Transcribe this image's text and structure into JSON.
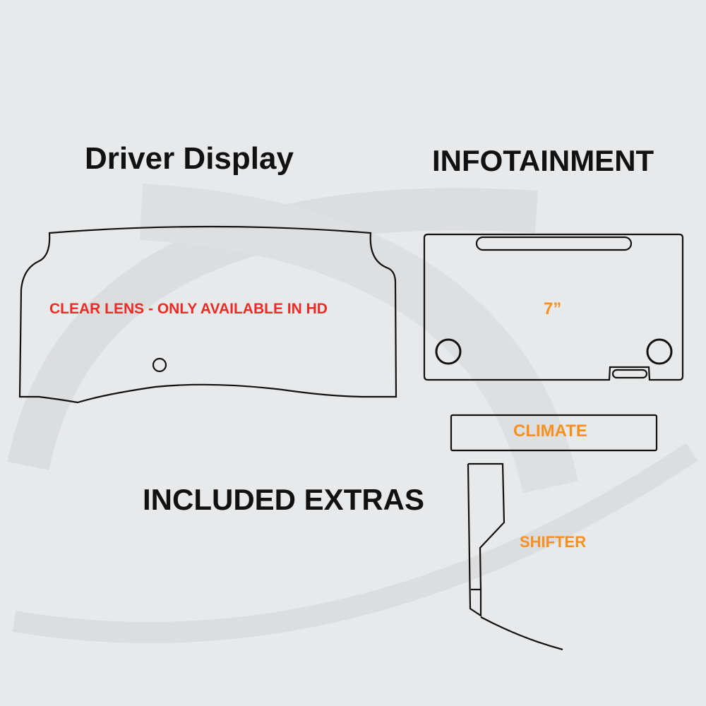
{
  "headings": {
    "driver_display": "Driver Display",
    "infotainment": "INFOTAINMENT",
    "included_extras": "INCLUDED EXTRAS"
  },
  "labels": {
    "driver_lens": "CLEAR LENS - ONLY AVAILABLE IN HD",
    "screen_size": "7”",
    "climate": "CLIMATE",
    "shifter": "SHIFTER"
  },
  "colors": {
    "heading": "#111111",
    "red": "#ee2a24",
    "orange": "#f7901e",
    "background": "#e8e9ea"
  }
}
